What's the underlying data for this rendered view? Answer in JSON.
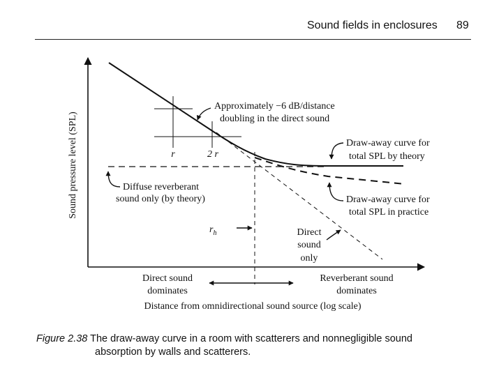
{
  "header": {
    "title": "Sound fields in enclosures",
    "page_number": "89"
  },
  "figure": {
    "y_axis_label": "Sound pressure level (SPL)",
    "x_axis_label": "Distance from omnidirectional sound source (log scale)",
    "tick_r": "r",
    "tick_2r": "2 r",
    "rh_label": "r",
    "rh_subscript": "h",
    "annotation_slope_line1": "Approximately −6 dB/distance",
    "annotation_slope_line2": "doubling in the direct sound",
    "annotation_theory_line1": "Draw-away curve for",
    "annotation_theory_line2": "total SPL by theory",
    "annotation_practice_line1": "Draw-away curve for",
    "annotation_practice_line2": "total SPL in practice",
    "annotation_diffuse_line1": "Diffuse reverberant",
    "annotation_diffuse_line2": "sound only (by theory)",
    "annotation_direct_line1": "Direct",
    "annotation_direct_line2": "sound",
    "annotation_direct_line3": "only",
    "region_direct_line1": "Direct sound",
    "region_direct_line2": "dominates",
    "region_reverb_line1": "Reverberant sound",
    "region_reverb_line2": "dominates"
  },
  "caption": {
    "label": "Figure 2.38",
    "text_line1": "The draw-away curve in a room with scatterers and nonnegligible sound",
    "text_line2": "absorption by walls and scatterers."
  }
}
